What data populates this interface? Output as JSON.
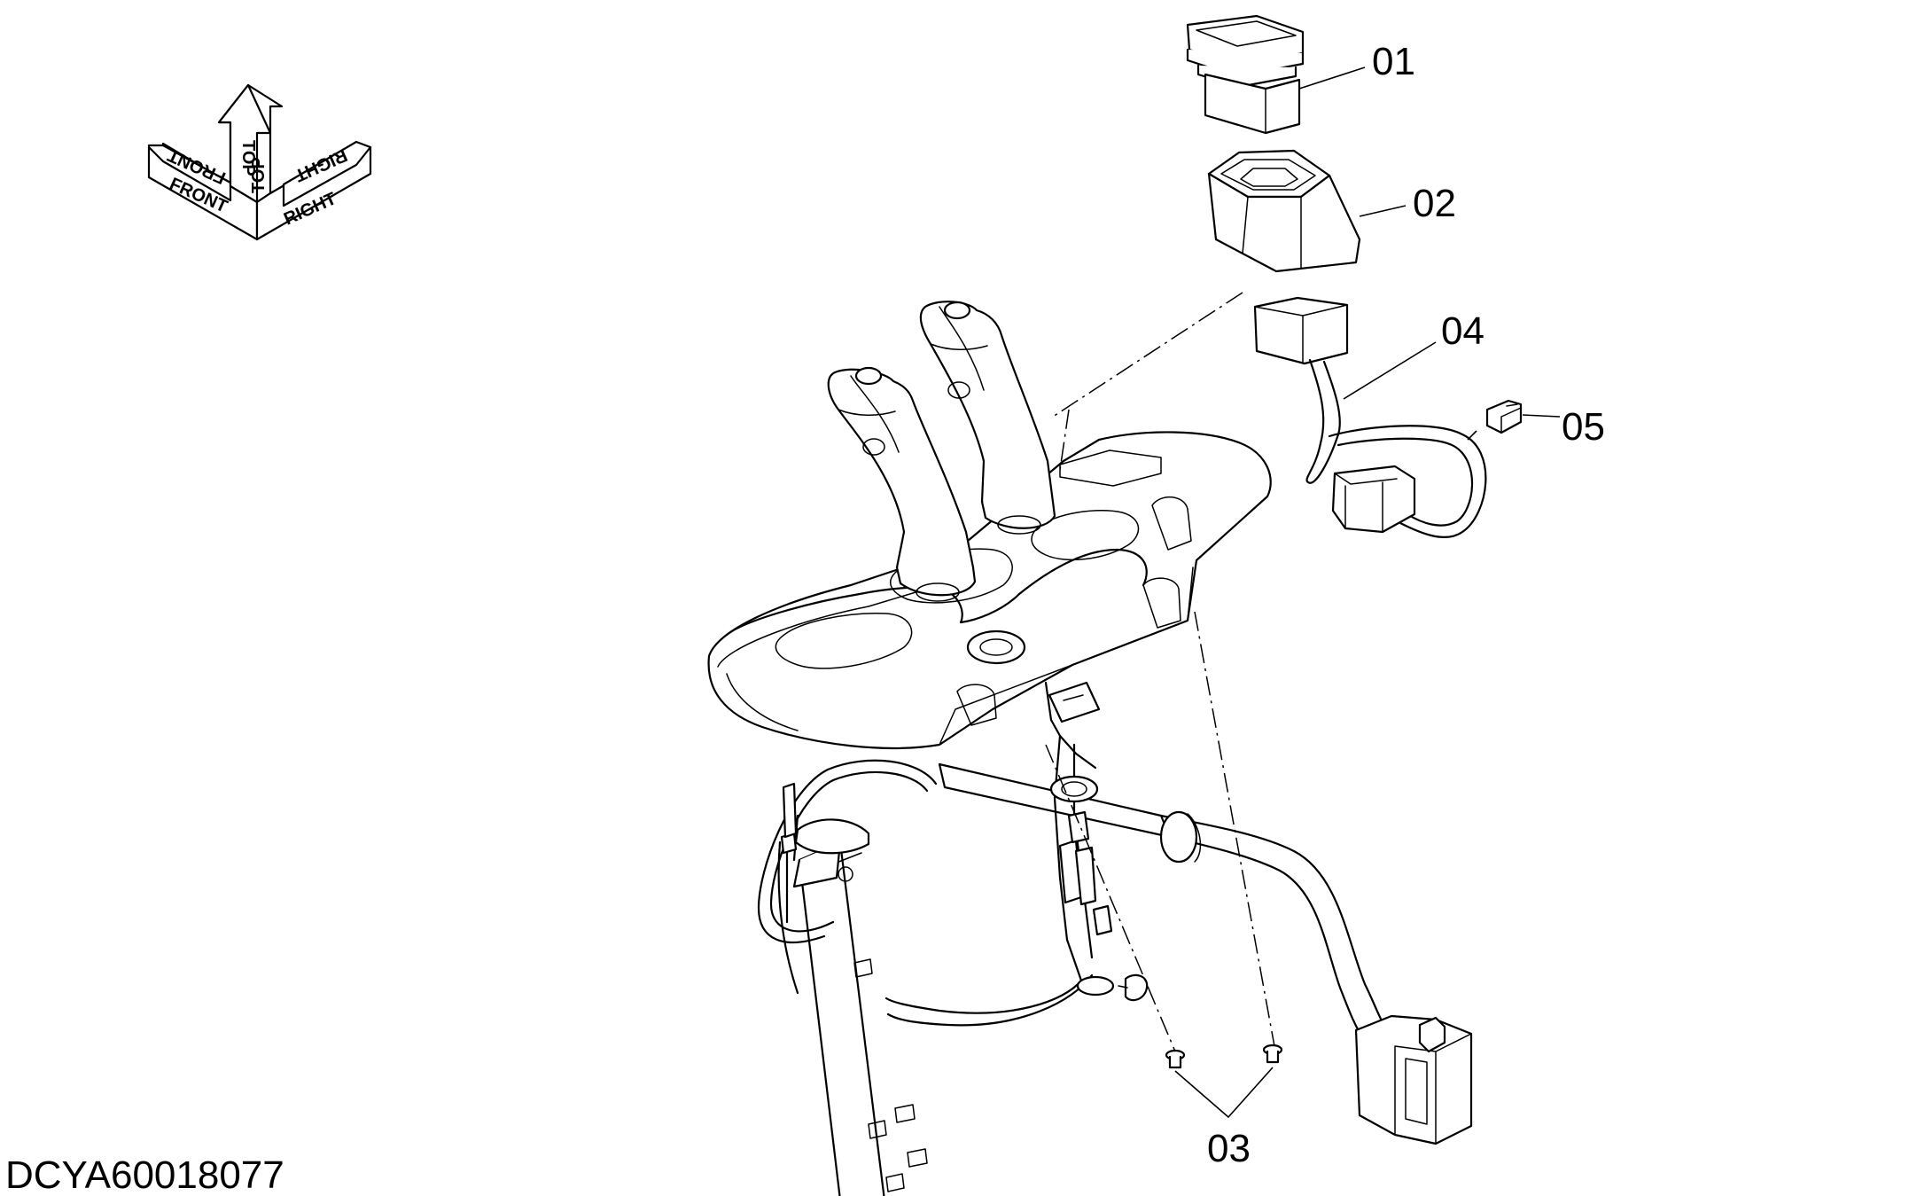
{
  "document_id": "DCYA60018077",
  "orientation_labels": {
    "front": "FRONT",
    "top": "TOP",
    "right": "RIGHT"
  },
  "callouts": {
    "p01": "01",
    "p02": "02",
    "p03": "03",
    "p04": "04",
    "p05": "05"
  },
  "icons": {
    "orientation": "orientation-arrows-icon"
  }
}
